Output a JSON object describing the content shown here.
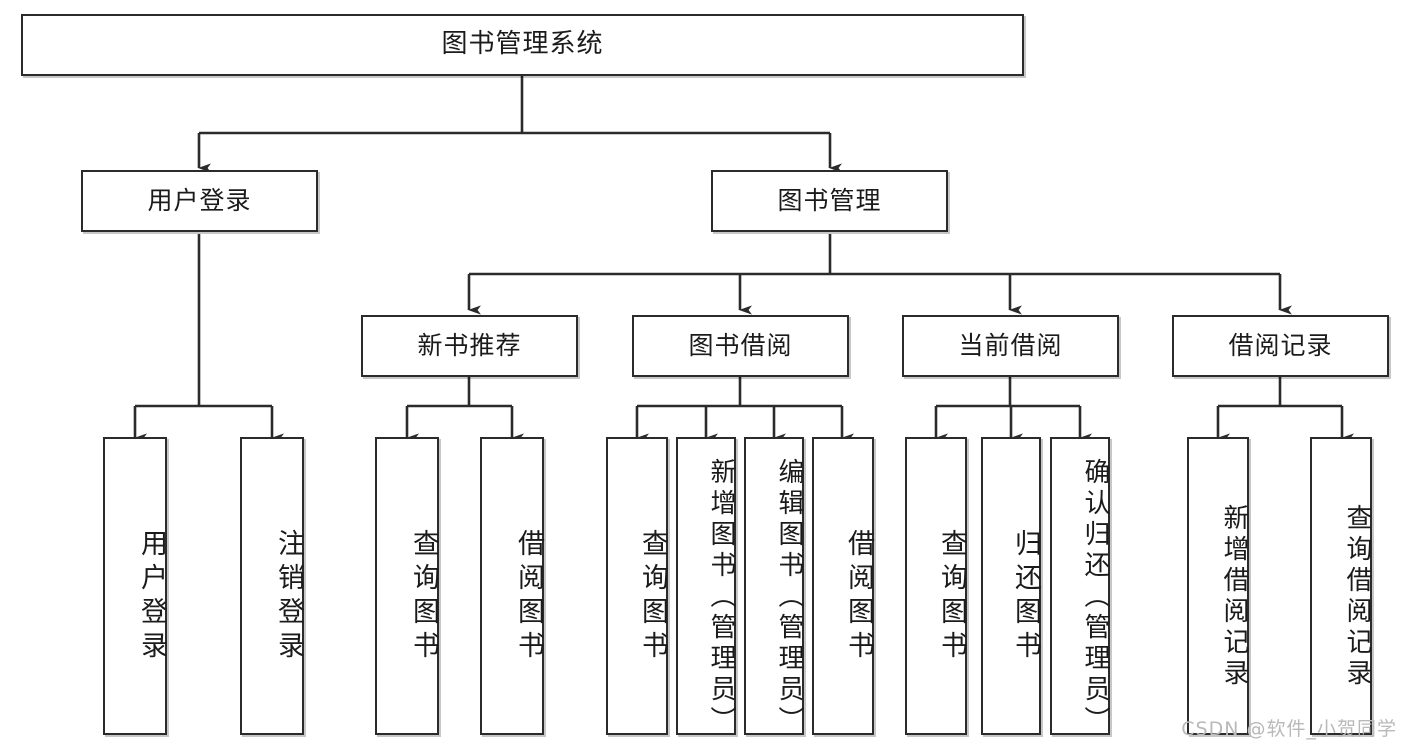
{
  "diagram": {
    "type": "tree-hierarchy",
    "title": "图书管理系统",
    "watermark": "CSDN @软件_小贺同学",
    "colors": {
      "box_border": "#2b2b2b",
      "box_fill": "#ffffff",
      "edge": "#2b2b2b",
      "text": "#1b1b1b",
      "watermark": "#b9b9b9"
    },
    "root": {
      "label": "图书管理系统"
    },
    "level2": [
      {
        "label": "用户登录"
      },
      {
        "label": "图书管理"
      }
    ],
    "level3": [
      {
        "label": "新书推荐"
      },
      {
        "label": "图书借阅"
      },
      {
        "label": "当前借阅"
      },
      {
        "label": "借阅记录"
      }
    ],
    "leaves": [
      {
        "label": "用户登录",
        "parent": "用户登录"
      },
      {
        "label": "注销登录",
        "parent": "用户登录"
      },
      {
        "label": "查询图书",
        "parent": "新书推荐"
      },
      {
        "label": "借阅图书",
        "parent": "新书推荐"
      },
      {
        "label": "查询图书",
        "parent": "图书借阅"
      },
      {
        "label": "新增图书（管理员）",
        "parent": "图书借阅"
      },
      {
        "label": "编辑图书（管理员）",
        "parent": "图书借阅"
      },
      {
        "label": "借阅图书",
        "parent": "图书借阅"
      },
      {
        "label": "查询图书",
        "parent": "当前借阅"
      },
      {
        "label": "归还图书",
        "parent": "当前借阅"
      },
      {
        "label": "确认归还（管理员）",
        "parent": "当前借阅"
      },
      {
        "label": "新增借阅记录",
        "parent": "借阅记录"
      },
      {
        "label": "查询借阅记录",
        "parent": "借阅记录"
      }
    ]
  }
}
